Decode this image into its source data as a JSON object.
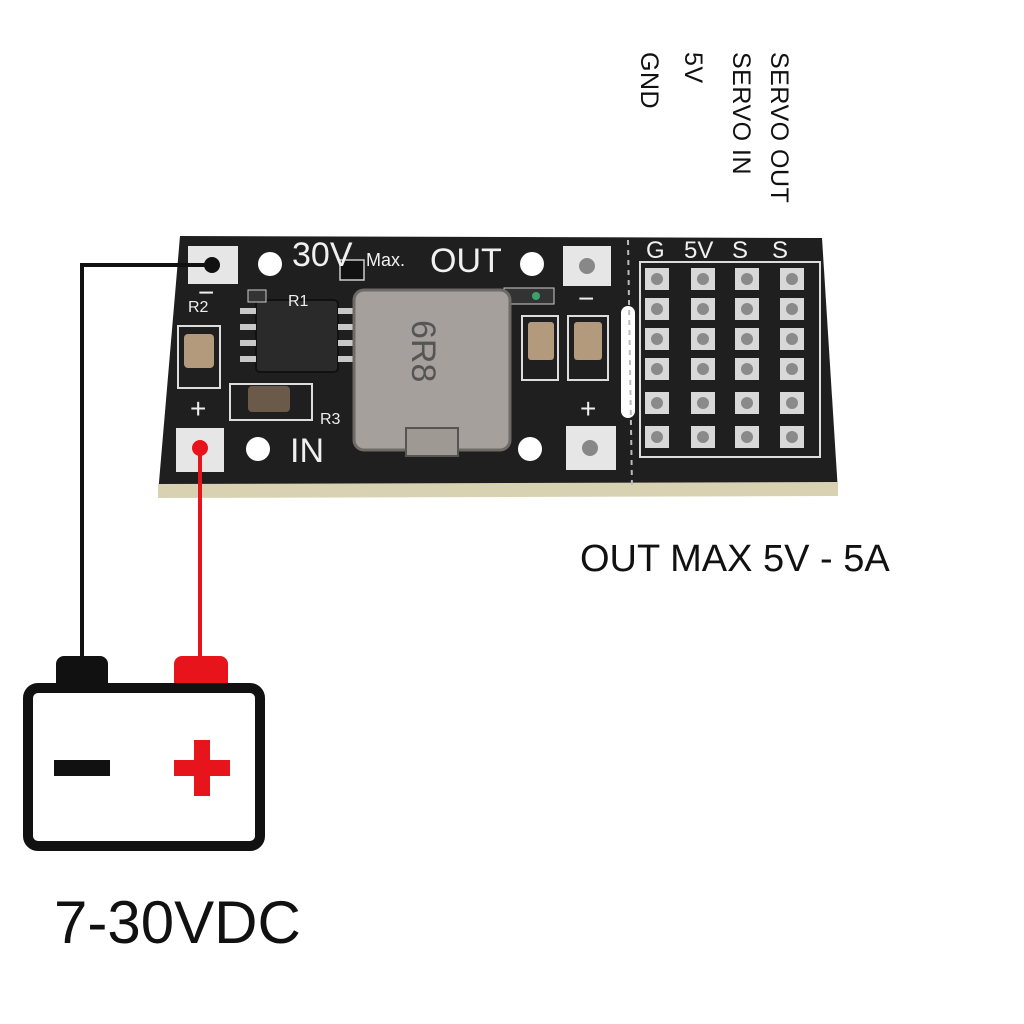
{
  "pin_labels": {
    "gnd": "GND",
    "v5": "5V",
    "servo_in": "SERVO IN",
    "servo_out": "SERVO OUT"
  },
  "board": {
    "max_voltage": "30V",
    "max_suffix": "Max.",
    "out_label": "OUT",
    "in_label": "IN",
    "inductor_marking": "6R8",
    "ref_r2": "R2",
    "ref_r1": "R1",
    "ref_r3": "R3",
    "minus_sign": "−",
    "plus_sign": "+",
    "header_g": "G",
    "header_5v": "5V",
    "header_s1": "S",
    "header_s2": "S"
  },
  "output_spec": "OUT MAX 5V - 5A",
  "battery": {
    "minus_sign": "−",
    "plus_sign": "+",
    "voltage_label": "7-30VDC"
  },
  "colors": {
    "pcb": "#1f1f1f",
    "negative_wire": "#111111",
    "positive_wire": "#e8141b"
  }
}
